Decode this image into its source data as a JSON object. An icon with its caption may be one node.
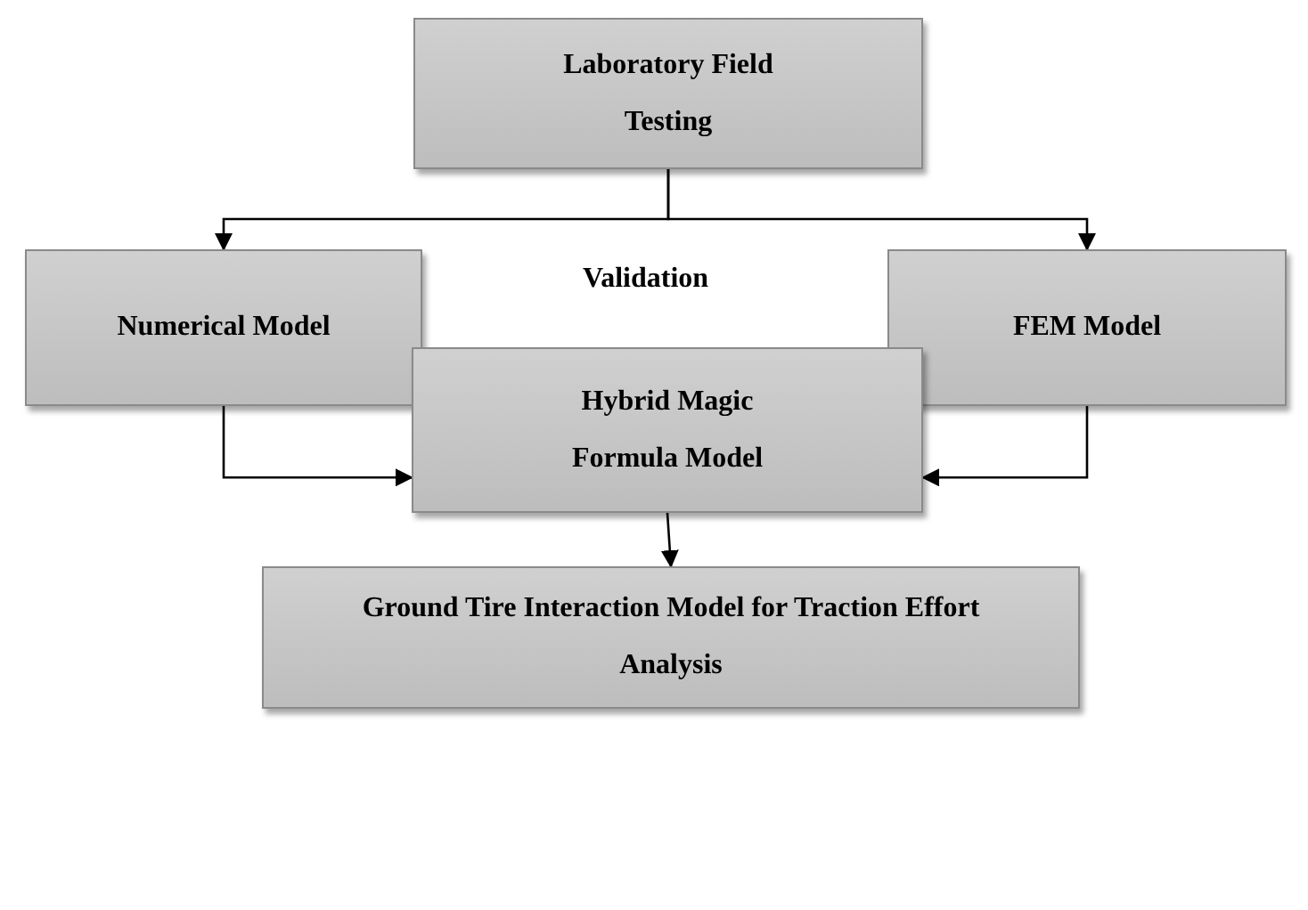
{
  "diagram": {
    "nodes": [
      {
        "text": [
          "Laboratory Field Testing"
        ]
      },
      {
        "text": [
          "Numerical Model"
        ]
      },
      {
        "text": [
          "FEM Model"
        ]
      },
      {
        "text": [
          "Hybrid Magic Formula Model"
        ]
      },
      {
        "text": [
          "Ground Tire Interaction Model for Traction Effort Analysis"
        ]
      }
    ],
    "edges": [
      {
        "from": 0,
        "to": 1,
        "arrow": "to"
      },
      {
        "from": 0,
        "to": 2,
        "arrow": "to"
      },
      {
        "from": 1,
        "to": 3,
        "arrow": "to"
      },
      {
        "from": 2,
        "to": 3,
        "arrow": "to"
      },
      {
        "from": 3,
        "to": 4,
        "arrow": "to"
      }
    ],
    "labels": [
      "Validation"
    ]
  }
}
